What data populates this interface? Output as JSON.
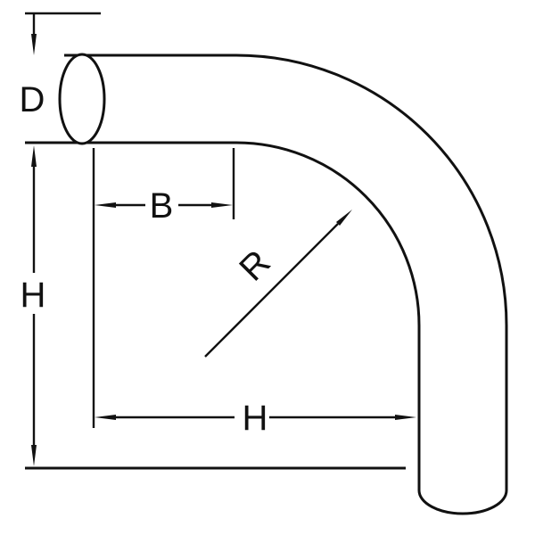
{
  "figure": {
    "background_color": "#ffffff",
    "line_color": "#111111"
  },
  "labels": {
    "diameter": "D",
    "height_left": "H",
    "offset_b": "B",
    "bend_radius": "R",
    "height_bottom": "H"
  }
}
